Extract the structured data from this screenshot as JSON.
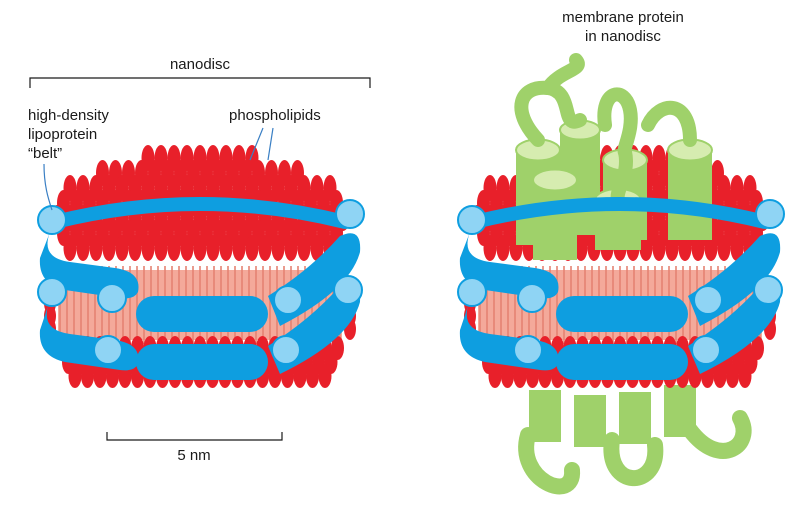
{
  "labels": {
    "nanodisc": "nanodisc",
    "belt": [
      "high-density",
      "lipoprotein",
      "“belt”"
    ],
    "phospholipids": "phospholipids",
    "protein": [
      "membrane protein",
      "in nanodisc"
    ],
    "scale": "5 nm"
  },
  "colors": {
    "lipid_head": "#e8202a",
    "lipid_tail": "#f4a99a",
    "belt": "#0e9ee0",
    "belt_link": "#8fd4f4",
    "protein": "#9fd16a",
    "protein_top": "#d6ecb0"
  }
}
